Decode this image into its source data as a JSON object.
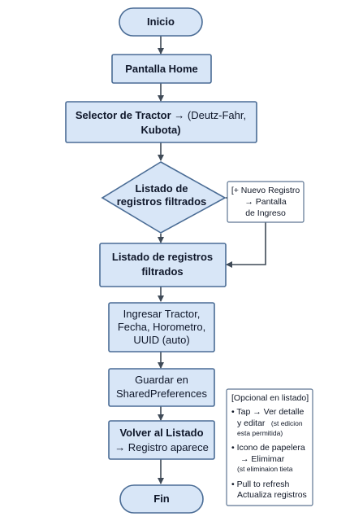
{
  "nodes": {
    "inicio": "Inicio",
    "pantalla_home": "Pantalla Home",
    "selector_tractor": {
      "line1_bold": "Selector de Tractor",
      "line1_rest": "→ (Deutz-Fahr,",
      "line2": "Kubota)"
    },
    "decision": {
      "line1": "Listado de",
      "line2": "registros filtrados"
    },
    "listado": {
      "line1": "Listado de registros",
      "line2": "filtrados"
    },
    "ingresar": {
      "line1": "Ingresar Tractor,",
      "line2": "Fecha, Horometro,",
      "line3": "UUID (auto)"
    },
    "guardar": {
      "line1": "Guardar en",
      "line2": "SharedPreferences"
    },
    "volver": {
      "line1": "Volver al Listado",
      "line2": "→ Registro aparece"
    },
    "fin": "Fin"
  },
  "notes": {
    "nuevo_registro": {
      "line1": "[+ Nuevo Registro",
      "line2": "→ Pantalla",
      "line3": "de Ingreso"
    },
    "opcional": {
      "title": "[Opcional en listado]",
      "item1": {
        "line1": "• Tap → Ver detalle",
        "line2": "y editar",
        "line2_small": "(st edicion",
        "line3_small": "esta permitida)"
      },
      "item2": {
        "line1": "• Icono de papelera",
        "line2": "→ Elimimar",
        "line3_small": "(st eliminaion tieta"
      },
      "item3": {
        "line1": "• Pull to refresh",
        "line2": "Actualiza registros"
      }
    }
  },
  "colors": {
    "node_fill": "#d8e6f7",
    "node_stroke": "#4a6c95",
    "arrow": "#3f4a57",
    "note_stroke": "#5d7592",
    "note_fill": "#ffffff"
  }
}
